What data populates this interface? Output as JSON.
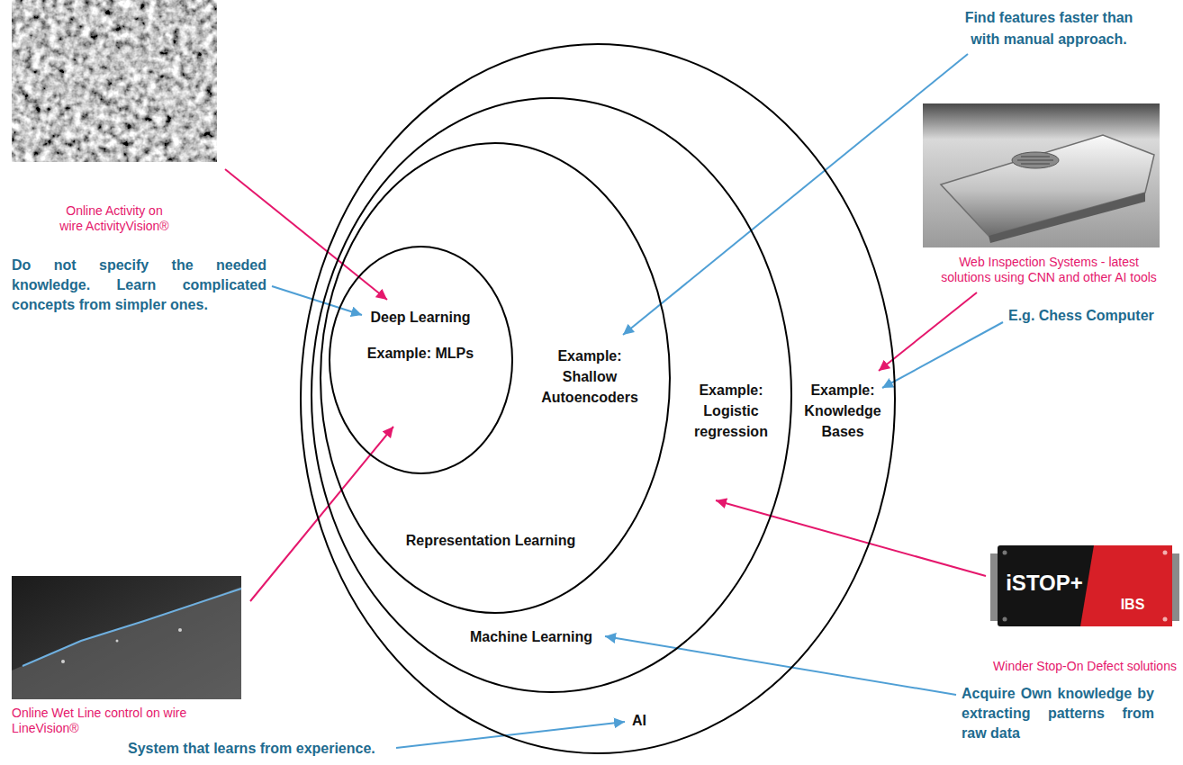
{
  "diagram": {
    "nodes": [
      {
        "text": [
          "AI",
          "Example: Knowledge Bases"
        ]
      },
      {
        "text": [
          "Machine Learning",
          "Example: Logistic regression"
        ],
        "in": 0
      },
      {
        "text": [
          "Representation Learning",
          "Example: Shallow Autoencoders"
        ],
        "in": 1
      },
      {
        "text": [
          "Deep Learning",
          "Example: MLPs"
        ],
        "in": 2
      }
    ],
    "labels": [
      "Find features faster than with manual approach.",
      "Online Activity on wire ActivityVision®",
      "Do not specify the needed knowledge. Learn complicated concepts from simpler ones.",
      "Web Inspection Systems - latest solutions using CNN and other AI tools",
      "E.g. Chess Computer",
      "iSTOP+",
      "IBS",
      "Winder Stop-On Defect solutions",
      "Online Wet Line control on wire LineVision®",
      "Acquire Own knowledge by extracting patterns from raw data",
      "System that learns from experience."
    ]
  }
}
